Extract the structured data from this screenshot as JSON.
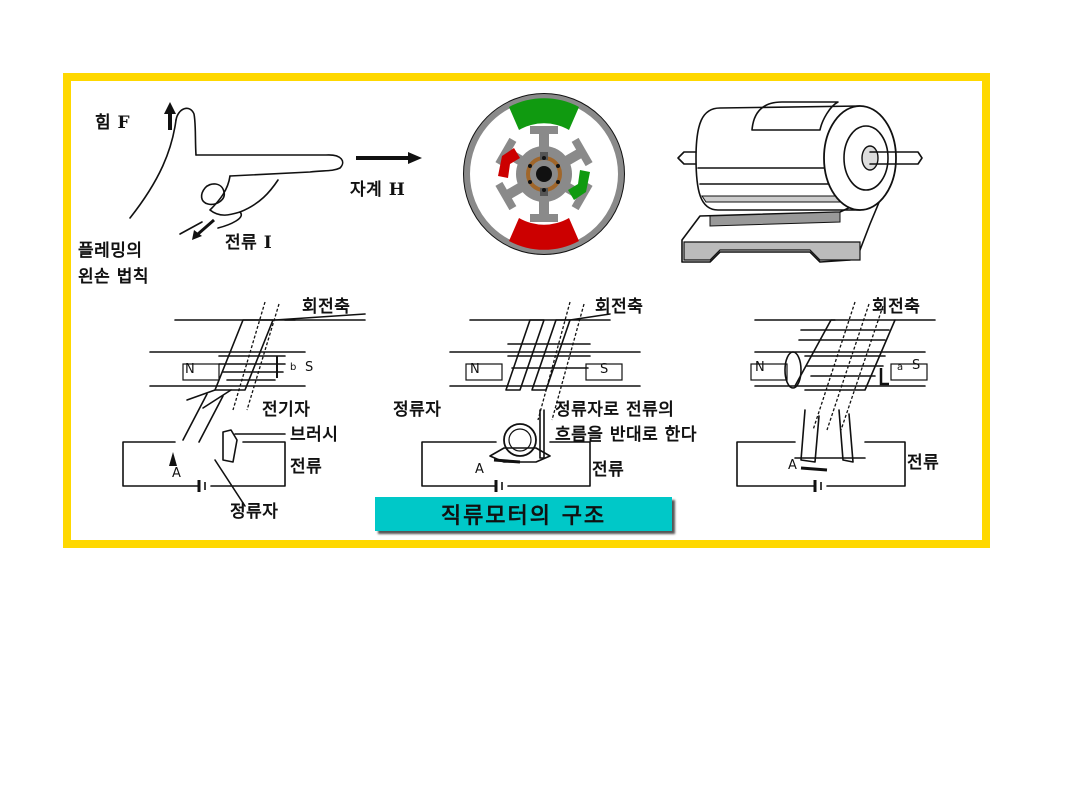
{
  "figure": {
    "border_color": "#FFD800",
    "caption": "직류모터의  구조",
    "caption_bg": "#00C8C8"
  },
  "hand_diagram": {
    "force_label": "힘 F",
    "field_label": "자계 H",
    "current_label": "전류 I",
    "rule_label_line1": "플레밍의",
    "rule_label_line2": "왼손 법칙"
  },
  "motor_cross_section": {
    "pole_colors": {
      "north": "#109A10",
      "south": "#CC0000"
    },
    "frame_color": "#8A8A8A",
    "commutator_color": "#A0662A"
  },
  "motor_illustration": {},
  "operation_diagrams": [
    {
      "axis_label": "회전축",
      "north_label": "N",
      "south_label": "S",
      "b_label": "b",
      "a_label": "A",
      "armature_label": "전기자",
      "brush_label": "브러시",
      "current_label": "전류",
      "commutator_label": "정류자"
    },
    {
      "axis_label": "회전축",
      "north_label": "N",
      "south_label": "S",
      "a_label": "A",
      "commutator_label": "정류자",
      "note_line1": "정류자로 전류의",
      "note_line2": "흐름을 반대로 한다",
      "current_label": "전류"
    },
    {
      "axis_label": "회전축",
      "north_label": "N",
      "south_label": "S",
      "b_label": "a",
      "a_label": "A",
      "current_label": "전류"
    }
  ]
}
